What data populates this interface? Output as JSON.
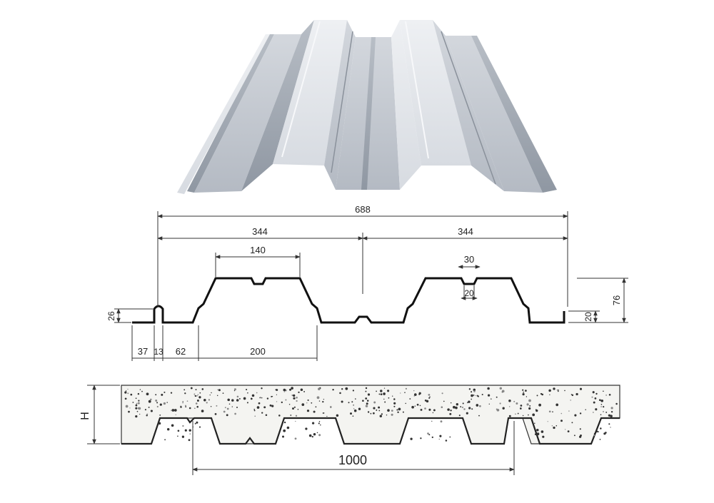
{
  "colors": {
    "panel_light": "#e4e7ec",
    "panel_mid": "#c3c8d0",
    "panel_dark": "#9aa1ab",
    "ink": "#111111",
    "concrete": "#f4f4f1"
  },
  "rendering": {
    "name": "steel-deck-rendering"
  },
  "profile": {
    "dims": {
      "total_width": "688",
      "half_left": "344",
      "half_right": "344",
      "top_flange": "140",
      "stiffener_top": "30",
      "stiffener_bottom": "20",
      "lip_height": "26",
      "rib_height": "76",
      "edge_height": "20",
      "edge_left": "37",
      "lip_width": "13",
      "lip_gap": "62",
      "rib_base": "200"
    }
  },
  "section": {
    "height_label": "H",
    "span_label": "1000"
  }
}
